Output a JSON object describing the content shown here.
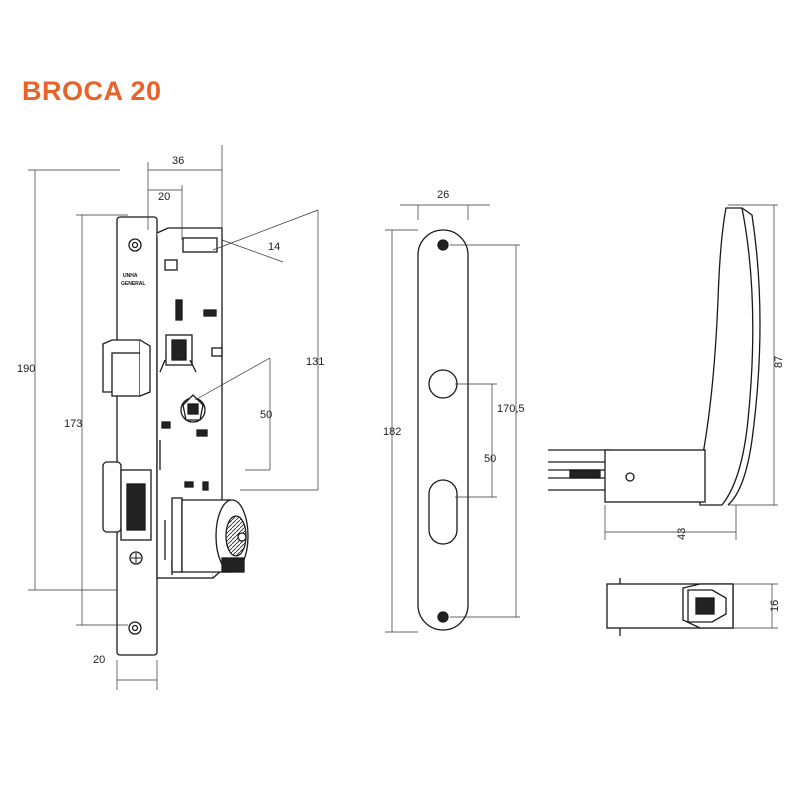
{
  "title": "BROCA 20",
  "title_color": "#e8622a",
  "lock_body": {
    "brand_line1": "UNHA",
    "brand_line2": "GENERAL",
    "dimensions": {
      "total_height": "190",
      "screw_spacing": "173",
      "backset": "36",
      "faceplate_width": "20",
      "body_depth": "14",
      "body_height": "131",
      "handle_to_cylinder": "50",
      "faceplate_bottom_width": "20"
    }
  },
  "escutcheon": {
    "dimensions": {
      "width": "26",
      "height": "182",
      "screw_spacing": "170,5",
      "handle_to_cylinder": "50"
    }
  },
  "handle": {
    "dimensions": {
      "height": "87",
      "projection": "43",
      "thickness": "16"
    }
  }
}
